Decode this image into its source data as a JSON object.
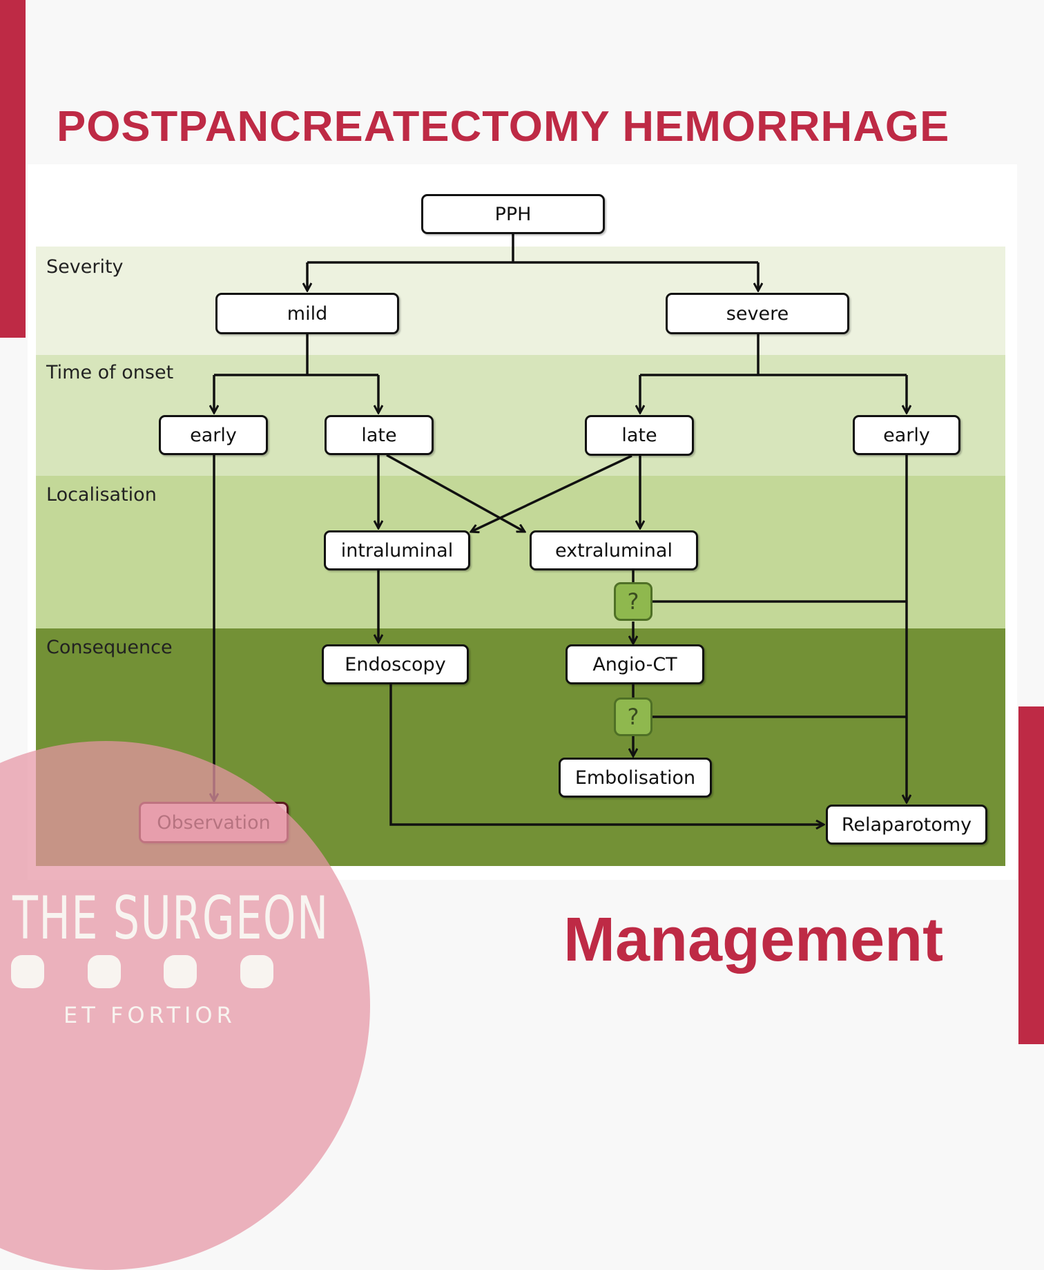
{
  "header": {
    "title": "POSTPANCREATECTOMY HEMORRHAGE"
  },
  "footer": {
    "subtitle": "Management"
  },
  "logo": {
    "name": "THE SURGEON",
    "motto": "ET FORTIOR",
    "dots": 4
  },
  "colors": {
    "accent": "#be2a45",
    "band_severity": "#edf2df",
    "band_onset": "#d7e5bb",
    "band_localisation": "#c3d898",
    "band_consequence": "#739136",
    "decision": "#8fb84e"
  },
  "bands": [
    {
      "id": "severity",
      "label": "Severity"
    },
    {
      "id": "onset",
      "label": "Time of onset"
    },
    {
      "id": "localisation",
      "label": "Localisation"
    },
    {
      "id": "consequence",
      "label": "Consequence"
    }
  ],
  "nodes": {
    "pph": "PPH",
    "mild": "mild",
    "severe": "severe",
    "mild_early": "early",
    "mild_late": "late",
    "severe_late": "late",
    "severe_early": "early",
    "intraluminal": "intraluminal",
    "extraluminal": "extraluminal",
    "q1": "?",
    "endoscopy": "Endoscopy",
    "angio_ct": "Angio-CT",
    "q2": "?",
    "embolisation": "Embolisation",
    "observation": "Observation",
    "relaparotomy": "Relaparotomy"
  },
  "edges": [
    [
      "PPH",
      "mild"
    ],
    [
      "PPH",
      "severe"
    ],
    [
      "mild",
      "early"
    ],
    [
      "mild",
      "late"
    ],
    [
      "severe",
      "late"
    ],
    [
      "severe",
      "early"
    ],
    [
      "mild-late",
      "intraluminal"
    ],
    [
      "mild-late",
      "extraluminal"
    ],
    [
      "severe-late",
      "intraluminal"
    ],
    [
      "severe-late",
      "extraluminal"
    ],
    [
      "mild-early",
      "Observation"
    ],
    [
      "intraluminal",
      "Endoscopy"
    ],
    [
      "extraluminal",
      "?"
    ],
    [
      "?",
      "Angio-CT"
    ],
    [
      "?",
      "Relaparotomy"
    ],
    [
      "Angio-CT",
      "?"
    ],
    [
      "?",
      "Embolisation"
    ],
    [
      "?",
      "Relaparotomy"
    ],
    [
      "severe-early",
      "Relaparotomy"
    ],
    [
      "Endoscopy",
      "Relaparotomy"
    ]
  ]
}
